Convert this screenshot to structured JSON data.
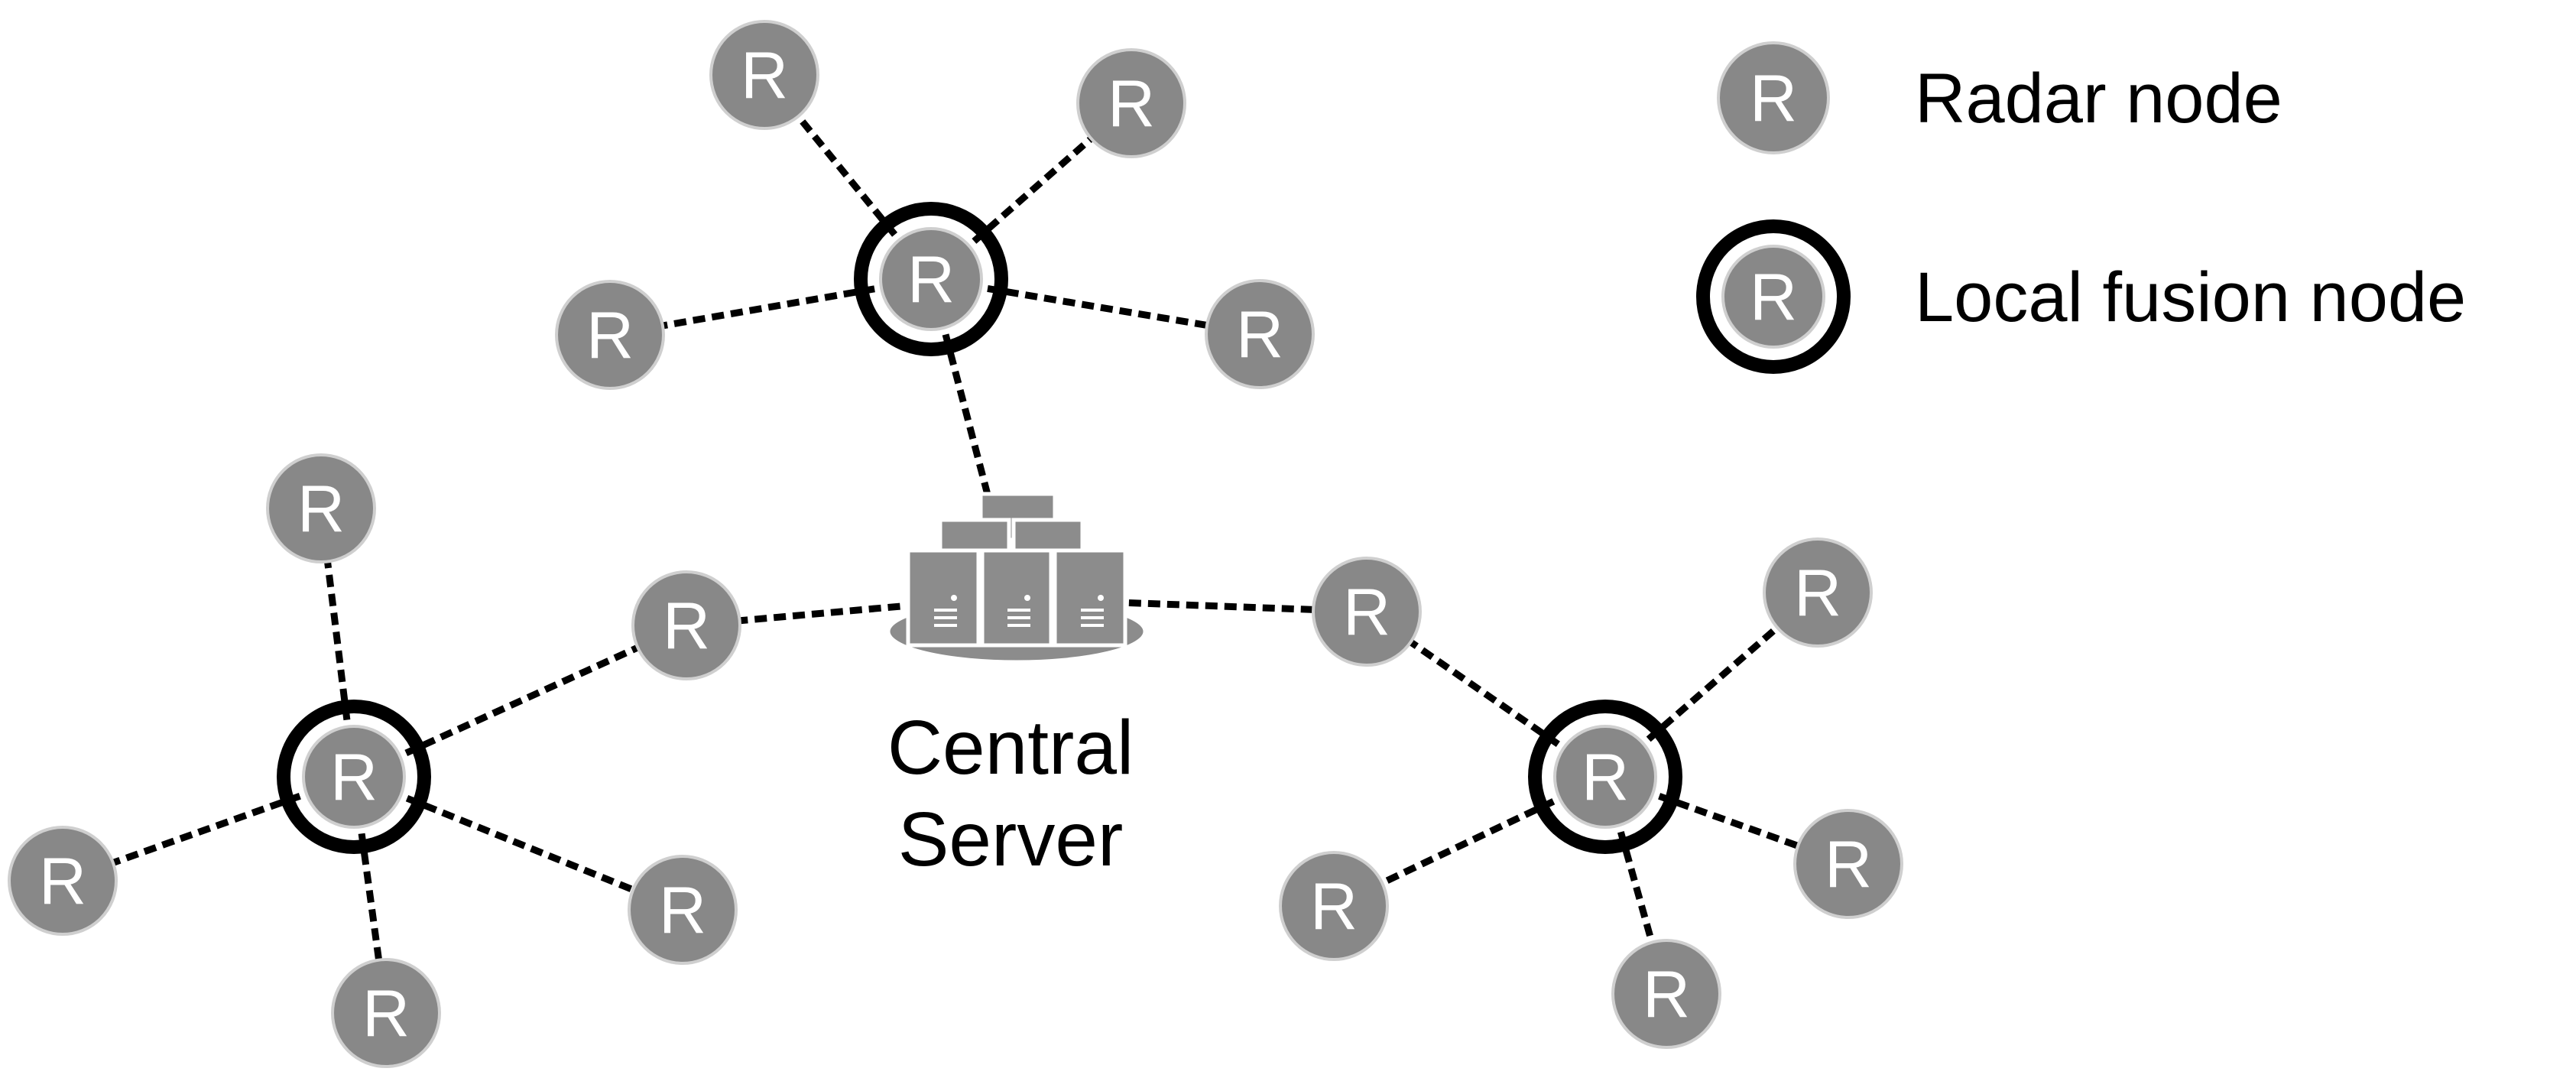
{
  "node_letter": "R",
  "legend": {
    "radar_label": "Radar node",
    "fusion_label": "Local fusion node"
  },
  "server": {
    "line1": "Central",
    "line2": "Server",
    "icon": "server-cluster-icon"
  },
  "colors": {
    "node_fill": "#888888",
    "ring": "#000000",
    "link": "#000000"
  }
}
